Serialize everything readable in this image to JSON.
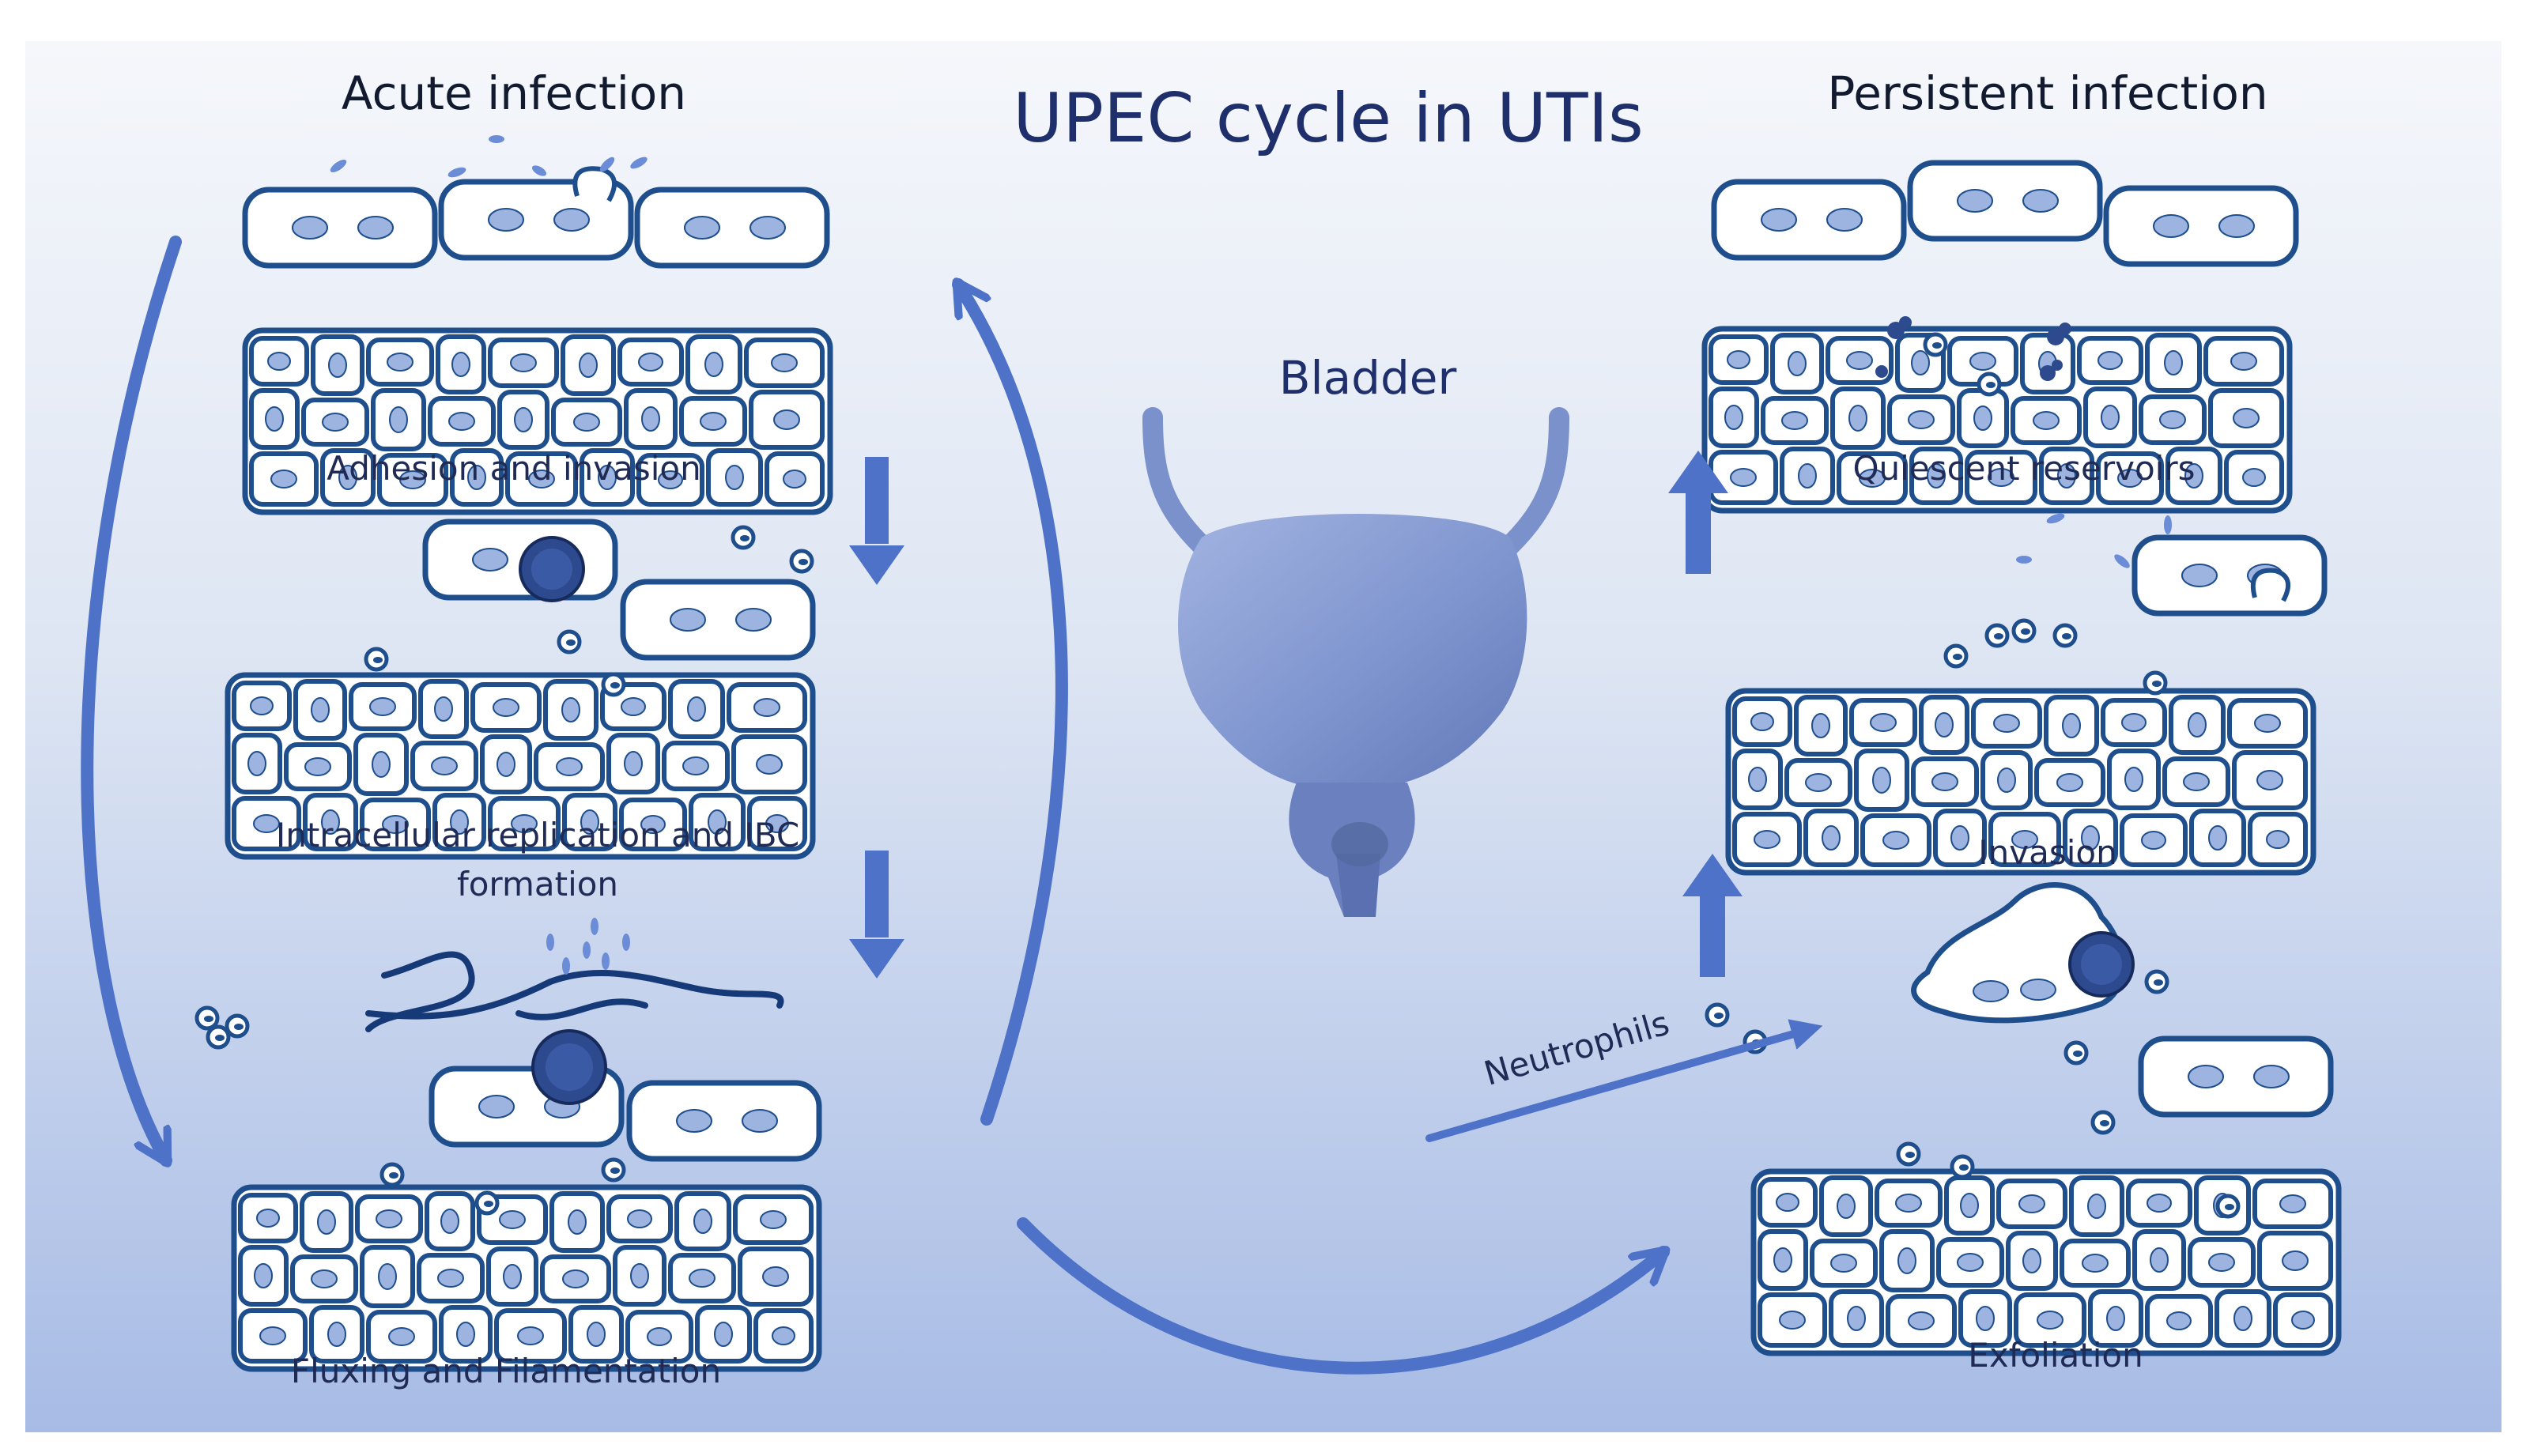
{
  "title": "UPEC cycle in UTIs",
  "sections": {
    "acute": "Acute infection",
    "persistent": "Persistent infection"
  },
  "organ": "Bladder",
  "stages": {
    "adhesion": "Adhesion and invasion",
    "replication": "Intracellular replication and IBC formation",
    "fluxing": "Fluxing and Filamentation",
    "exfoliation": "Exfoliation",
    "invasion": "Invasion",
    "quiescent": "Quiescent reservoirs"
  },
  "neutrophils_label": "Neutrophils",
  "colors": {
    "background_top": "#f3f6fb",
    "background_bottom": "#a9bde6",
    "cell_outline": "#1f4e8c",
    "nucleus": "#9db3e0",
    "arrow": "#4a6fc4",
    "bladder": "#8499cf",
    "ibc": "#2e4a8f"
  },
  "icons": [
    "bladder-icon",
    "tissue-layer",
    "curved-arrow-icon",
    "down-arrow-icon",
    "up-arrow-icon"
  ]
}
